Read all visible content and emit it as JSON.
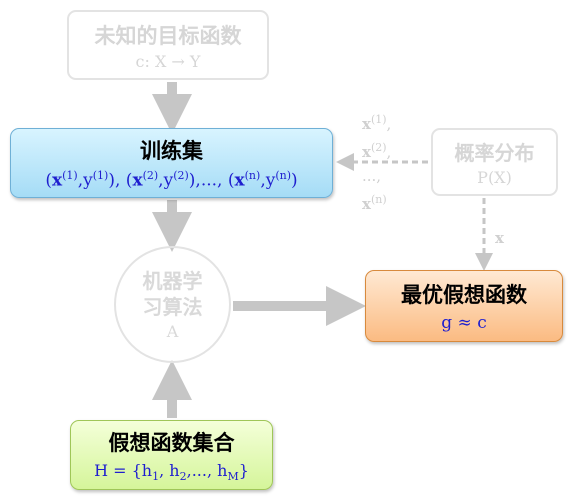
{
  "target_function": {
    "title": "未知的目标函数",
    "subtitle": "c: X → Y"
  },
  "training_set": {
    "title": "训练集",
    "subtitle": "(x(1),y(1)), (x(2),y(2)),..., (x(n),y(n))",
    "x": "x",
    "y": "y",
    "sup_1": "(1)",
    "sup_2": "(2)",
    "sup_n": "(n)",
    "sep": ", ",
    "ellipsis": "...",
    "lp": "(",
    "rp": ")",
    "comma": ","
  },
  "probability_distribution": {
    "title": "概率分布",
    "subtitle": "P(X)"
  },
  "sample_list": {
    "x": "x",
    "items": [
      "(1)",
      "(2)",
      "(n)"
    ],
    "comma": ",",
    "ellipsis": "...,"
  },
  "x_label": "x",
  "learning_algorithm": {
    "line1": "机器学",
    "line2": "习算法",
    "subtitle": "A"
  },
  "best_hypothesis": {
    "title": "最优假想函数",
    "subtitle": "g ≈ c"
  },
  "hypothesis_set": {
    "title": "假想函数集合",
    "subtitle": "H = {h1, h2,..., hM}",
    "h": "h",
    "lead": "H = {",
    "s1": "1",
    "s2": "2",
    "sM": "M",
    "sep": ", ",
    "ellipsis": "...",
    "close": "}"
  },
  "colors": {
    "training_fill": "#a5dcf6",
    "best_fill": "#fbbb82",
    "hypothesis_fill": "#d5f59a",
    "faded": "#d9d9d9",
    "arrow": "#c6c6c6",
    "math_blue": "#1f1fcf"
  }
}
